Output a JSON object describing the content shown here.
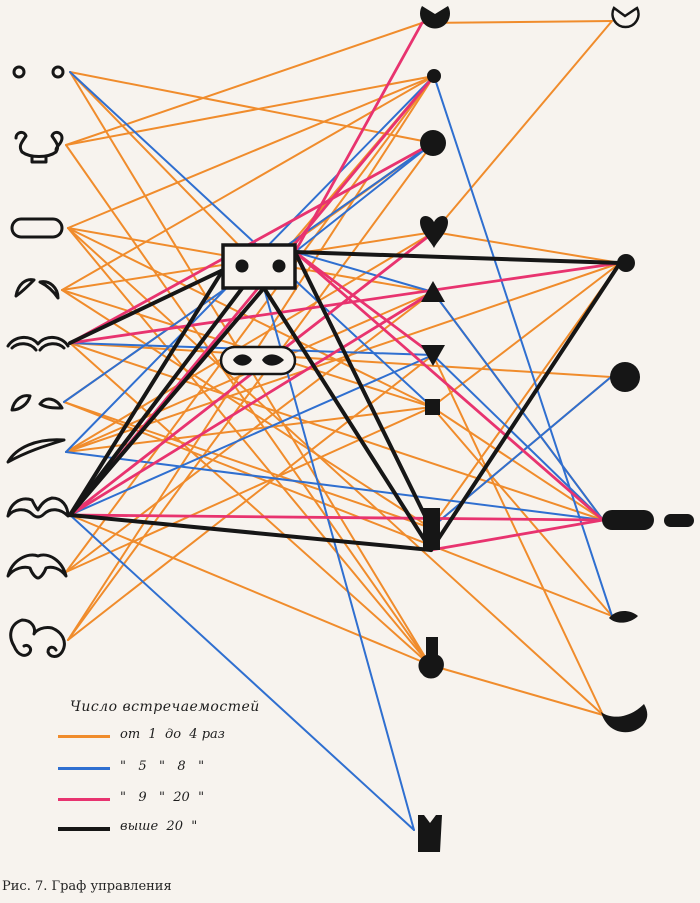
{
  "colors": {
    "orange": "#f08c2c",
    "blue": "#2f6fd0",
    "pink": "#e8336f",
    "black": "#161616",
    "background": "#f7f3ee",
    "glyph": "#161616"
  },
  "legend": {
    "title": "Число встречаемостей",
    "items": [
      {
        "label": "от  1  до  4 раз",
        "color": "#f08c2c"
      },
      {
        "label": "\"   5   \"   8   \"",
        "color": "#2f6fd0"
      },
      {
        "label": "\"   9   \"  20  \"",
        "color": "#e8336f"
      },
      {
        "label": "выше  20  \"",
        "color": "#161616"
      }
    ]
  },
  "caption": "Рис. 7. Граф управления",
  "icons": {
    "left": [
      "two-small-circles-icon",
      "cup-with-loops-icon",
      "rounded-rectangle-icon",
      "two-commas-icon",
      "double-arc-icon",
      "two-leaf-icon",
      "crescent-arc-icon",
      "double-bracket-arc-icon",
      "triple-arch-icon",
      "curled-arch-icon"
    ],
    "center": [
      "box-with-two-dots-icon",
      "oval-with-two-teardrops-icon"
    ],
    "middle": [
      "pacman-disc-icon",
      "small-dot-icon",
      "large-dot-icon",
      "heart-wedge-icon",
      "up-triangle-icon",
      "down-triangle-icon",
      "small-square-icon",
      "vertical-bar-icon",
      "keyhole-icon",
      "notched-block-icon"
    ],
    "right": [
      "pacman-outline-icon",
      "right-dot-icon",
      "right-large-dot-icon",
      "double-bar-icon",
      "small-lens-icon",
      "kidney-icon"
    ]
  }
}
